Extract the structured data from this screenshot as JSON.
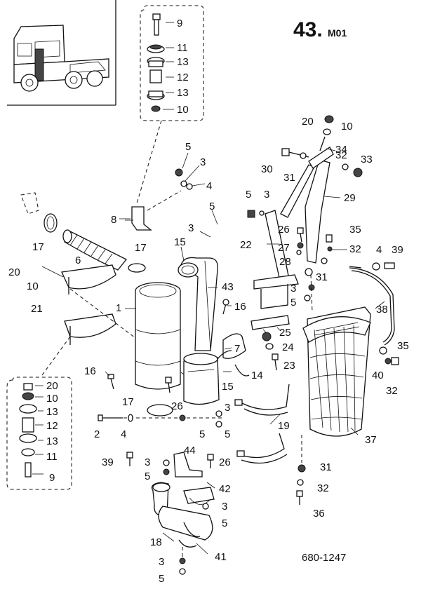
{
  "header": {
    "page_number": "43.",
    "page_code": "M01"
  },
  "reference_number": "680-1247",
  "callouts": {
    "c9a": "9",
    "c11a": "11",
    "c13a": "13",
    "c12a": "12",
    "c13b": "13",
    "c10a": "10",
    "c5a": "5",
    "c3a": "3",
    "c4a": "4",
    "c8": "8",
    "c17a": "17",
    "c6": "6",
    "c17b": "17",
    "c15a": "15",
    "c5b": "5",
    "c3b": "3",
    "c20a": "20",
    "c10b": "10",
    "c21": "21",
    "c1": "1",
    "c43": "43",
    "c16a": "16",
    "c20b": "20",
    "c10c": "10",
    "c34": "34",
    "c30": "30",
    "c31a": "31",
    "c32a": "32",
    "c33": "33",
    "c5c": "5",
    "c3c": "3",
    "c29": "29",
    "c26a": "26",
    "c35a": "35",
    "c22": "22",
    "c27": "27",
    "c32b": "32",
    "c28": "28",
    "c4b": "4",
    "c39a": "39",
    "c31b": "31",
    "c3d": "3",
    "c5d": "5",
    "c38": "38",
    "c25": "25",
    "c24": "24",
    "c23": "23",
    "c35b": "35",
    "c40": "40",
    "c32c": "32",
    "c16b": "16",
    "c7": "7",
    "c14": "14",
    "c15b": "15",
    "c20c": "20",
    "c10d": "10",
    "c13c": "13",
    "c12b": "12",
    "c13d": "13",
    "c11b": "11",
    "c9b": "9",
    "c17c": "17",
    "c26b": "26",
    "c3e": "3",
    "c2": "2",
    "c4c": "4",
    "c5e": "5",
    "c5f": "5",
    "c19": "19",
    "c37": "37",
    "c44": "44",
    "c39b": "39",
    "c3f": "3",
    "c5g": "5",
    "c26c": "26",
    "c31c": "31",
    "c42": "42",
    "c32d": "32",
    "c3g": "3",
    "c36": "36",
    "c5h": "5",
    "c18": "18",
    "c41": "41",
    "c3h": "3",
    "c5i": "5"
  }
}
